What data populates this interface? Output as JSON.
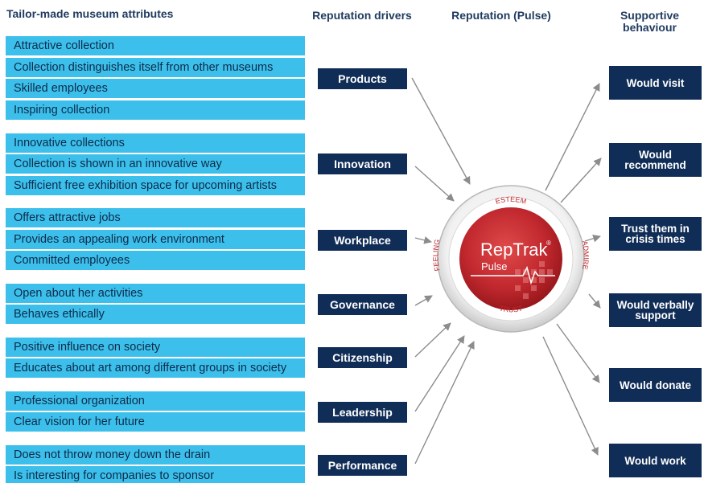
{
  "headers": {
    "attributes": "Tailor-made museum attributes",
    "drivers": "Reputation drivers",
    "pulse": "Reputation (Pulse)",
    "behaviour": "Supportive behaviour"
  },
  "attributes": [
    "Attractive collection",
    "Collection distinguishes itself from other museums",
    "Skilled employees",
    "Inspiring collection",
    "Innovative collections",
    "Collection is shown in an innovative way",
    "Sufficient free exhibition space for upcoming artists",
    "Offers attractive jobs",
    "Provides an appealing work environment",
    "Committed employees",
    "Open about her activities",
    "Behaves ethically",
    "Positive influence on society",
    "Educates about art among different groups in society",
    "Professional organization",
    "Clear vision for her future",
    "Does not throw money down the drain",
    "Is interesting for companies to sponsor"
  ],
  "drivers": [
    "Products",
    "Innovation",
    "Workplace",
    "Governance",
    "Citizenship",
    "Leadership",
    "Performance"
  ],
  "pulse": {
    "logo_main": "RepTrak",
    "logo_sub": "Pulse",
    "logo_mark": "®",
    "top": "ESTEEM",
    "left": "FEELING",
    "right": "ADMIRE",
    "bottom": "TRUST"
  },
  "behaviours": [
    "Would visit",
    "Would recommend",
    "Trust them in crisis times",
    "Would verbally support",
    "Would donate",
    "Would work"
  ],
  "colors": {
    "attribute_bg": "#3cc0eb",
    "navy": "#102d57",
    "header_text": "#1f3a5f",
    "pulse_red": "#c0282e",
    "arrow": "#8c8c8c"
  }
}
